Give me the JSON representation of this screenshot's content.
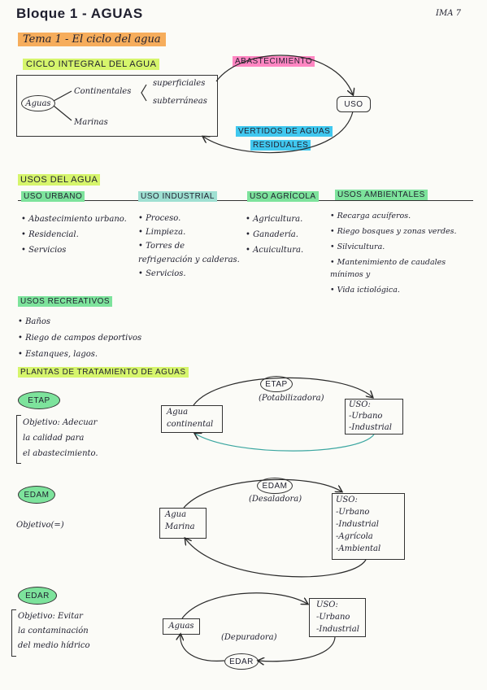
{
  "page": {
    "title": "Bloque 1 - AGUAS",
    "corner": "IMA 7",
    "topic": "Tema 1 - El ciclo del agua"
  },
  "ciclo": {
    "heading": "CICLO INTEGRAL DEL AGUA",
    "agua": "Aguas",
    "continentales": "Continentales",
    "superficiales": "superficiales",
    "subterraneas": "subterráneas",
    "marinas": "Marinas",
    "abastecimiento": "ABASTECIMIENTO",
    "uso": "USO",
    "vertidos_1": "VERTIDOS DE AGUAS",
    "vertidos_2": "RESIDUALES"
  },
  "usos": {
    "heading": "USOS DEL AGUA",
    "columns": [
      {
        "title": "USO URBANO",
        "items": [
          "Abastecimiento urbano.",
          "Residencial.",
          "Servicios"
        ]
      },
      {
        "title": "USO INDUSTRIAL",
        "items": [
          "Proceso.",
          "Limpieza.",
          "Torres de refrigeración y calderas.",
          "Servicios."
        ]
      },
      {
        "title": "USO AGRÍCOLA",
        "items": [
          "Agricultura.",
          "Ganadería.",
          "Acuicultura."
        ]
      },
      {
        "title": "USOS AMBIENTALES",
        "items": [
          "Recarga acuíferos.",
          "Riego bosques y zonas verdes.",
          "Silvicultura.",
          "Mantenimiento de caudales mínimos y",
          "Vida ictiológica."
        ]
      }
    ]
  },
  "recreativos": {
    "heading": "USOS RECREATIVOS",
    "items": [
      "Baños",
      "Riego de campos deportivos",
      "Estanques, lagos."
    ]
  },
  "plantas": {
    "heading": "PLANTAS DE TRATAMIENTO DE AGUAS",
    "etap": {
      "tag": "ETAP",
      "objective": [
        "Objetivo: Adecuar",
        "la calidad para",
        "el abastecimiento."
      ],
      "origin": [
        "Agua",
        "continental"
      ],
      "node": "ETAP",
      "sub": "(Potabilizadora)",
      "uso": [
        "USO:",
        "-Urbano",
        "-Industrial"
      ]
    },
    "edam": {
      "tag": "EDAM",
      "objective": "Objetivo(=)",
      "origin": [
        "Agua",
        "Marina"
      ],
      "node": "EDAM",
      "sub": "(Desaladora)",
      "uso": [
        "USO:",
        "-Urbano",
        "-Industrial",
        "-Agrícola",
        "-Ambiental"
      ]
    },
    "edar": {
      "tag": "EDAR",
      "objective": [
        "Objetivo: Evitar",
        "la contaminación",
        "del medio hídrico"
      ],
      "origin": "Aguas",
      "node": "EDAR",
      "sub": "(Depuradora)",
      "uso": [
        "USO:",
        "-Urbano",
        "-Industrial"
      ]
    }
  }
}
